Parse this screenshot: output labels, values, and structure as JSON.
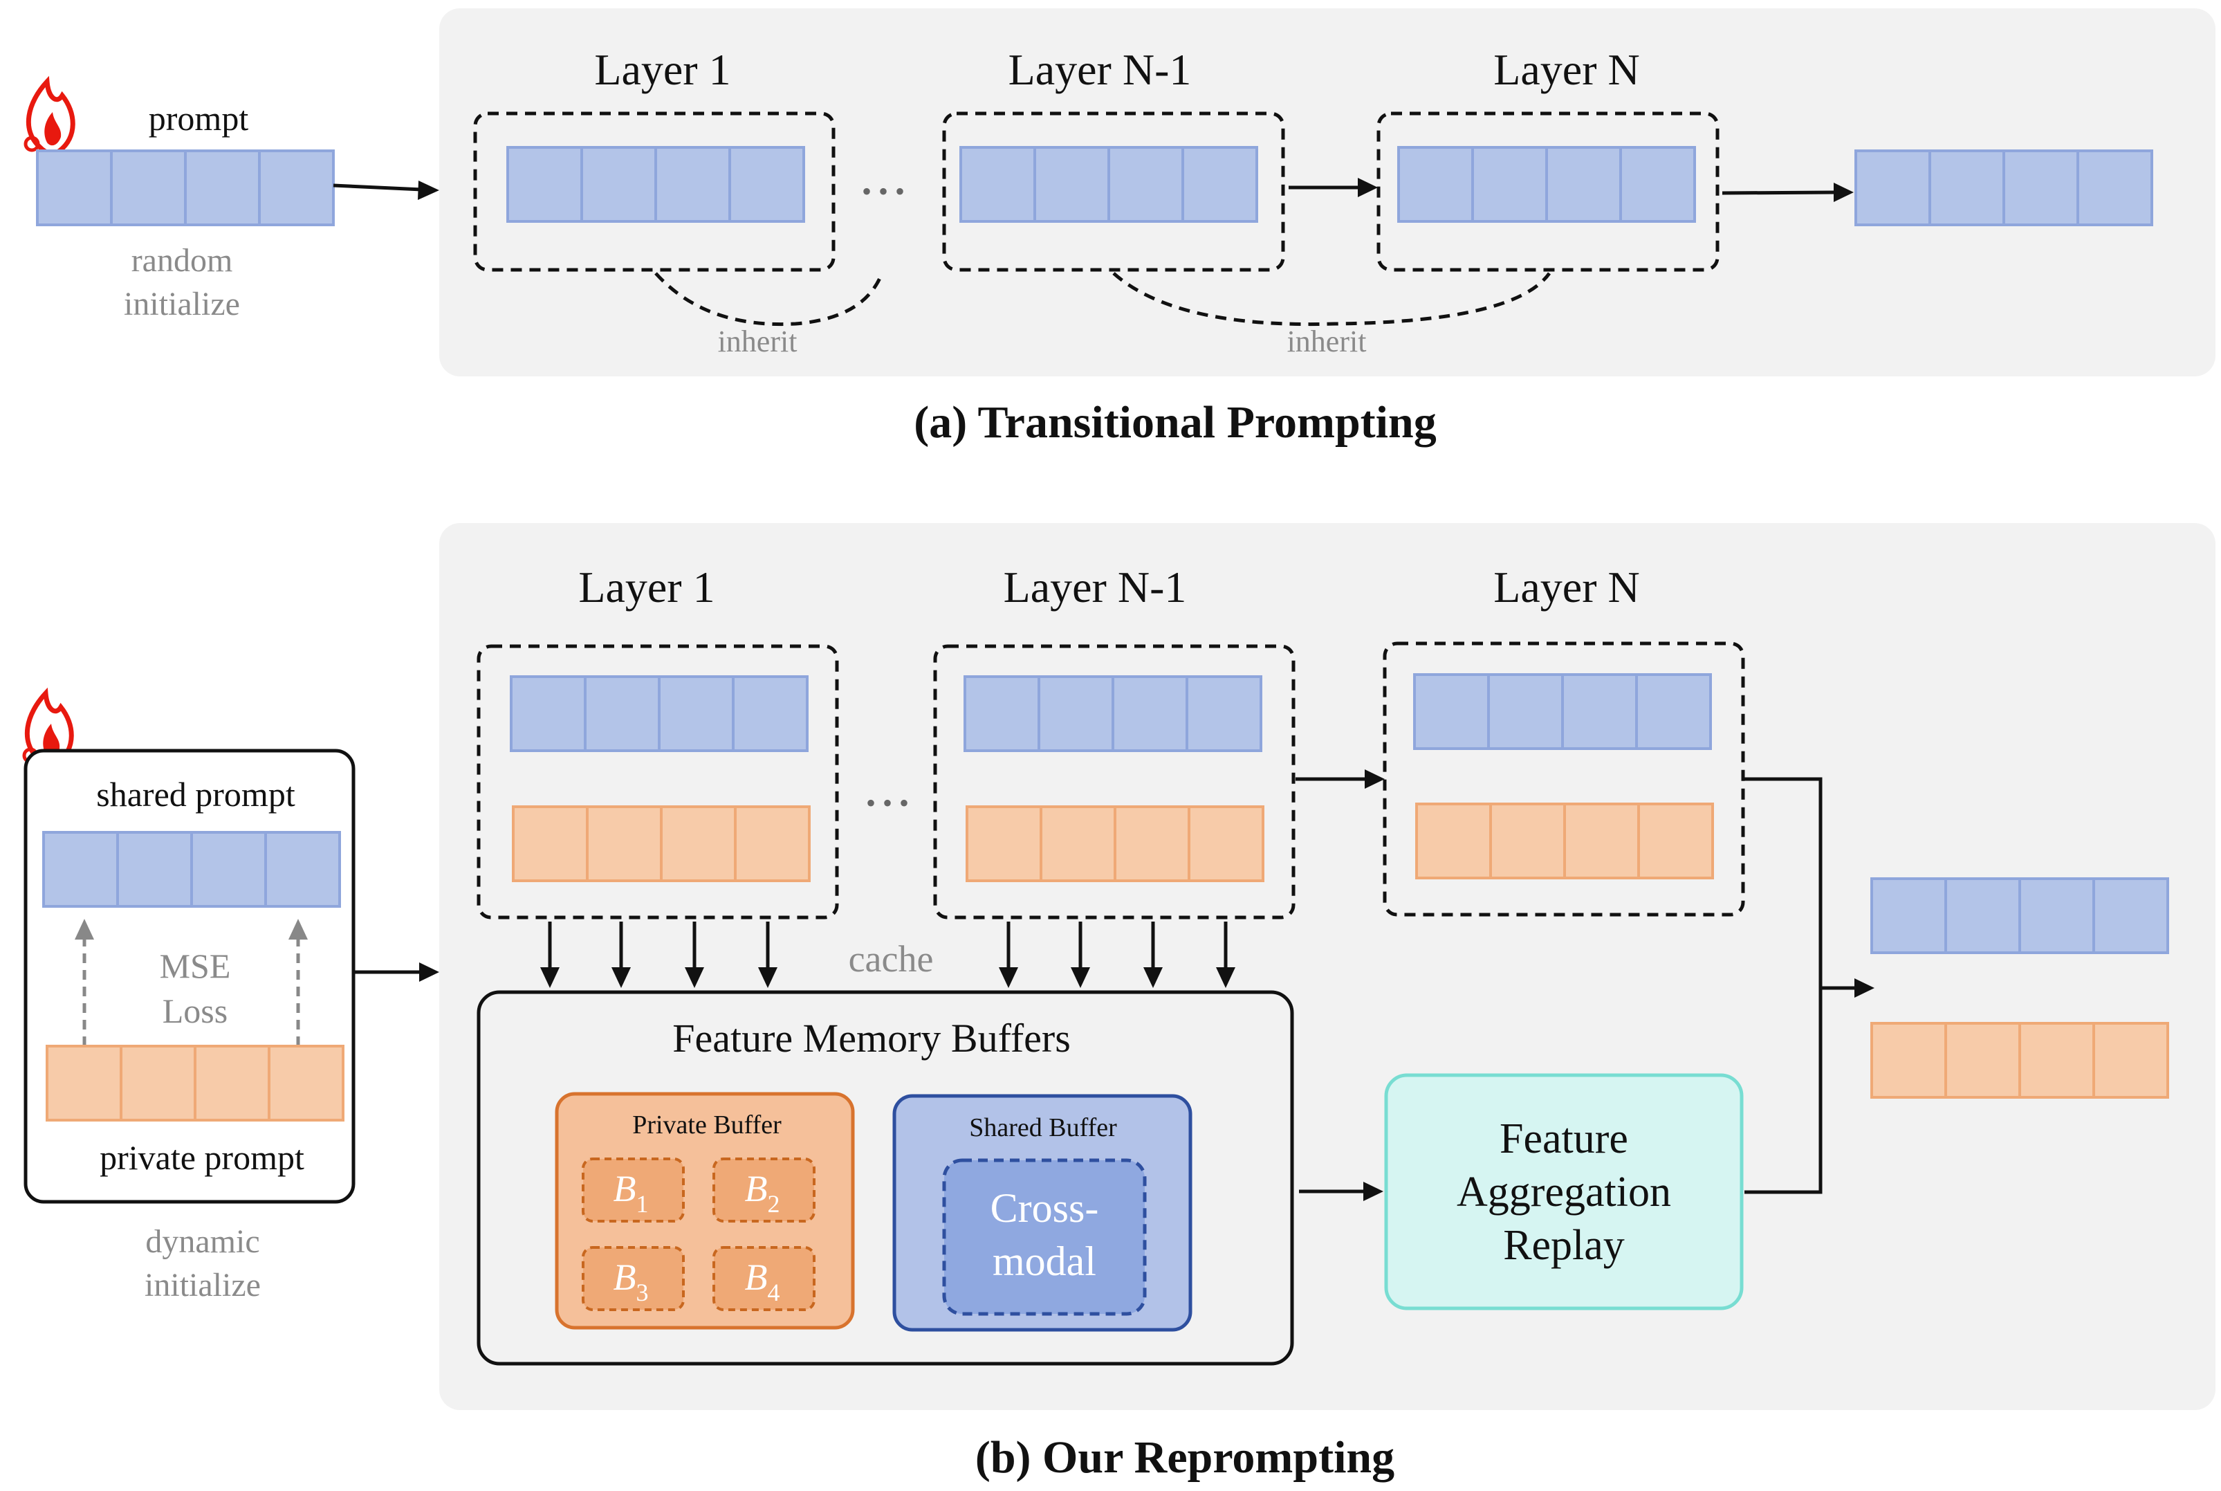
{
  "panel_a": {
    "prompt_label": "prompt",
    "init_label_line1": "random",
    "init_label_line2": "initialize",
    "layers": [
      "Layer 1",
      "Layer N-1",
      "Layer N"
    ],
    "ellipsis": "• • •",
    "inherit_label": "inherit",
    "caption": "(a) Transitional Prompting"
  },
  "panel_b": {
    "shared_prompt_label": "shared prompt",
    "private_prompt_label": "private prompt",
    "loss_line1": "MSE",
    "loss_line2": "Loss",
    "init_label_line1": "dynamic",
    "init_label_line2": "initialize",
    "layers": [
      "Layer 1",
      "Layer N-1",
      "Layer N"
    ],
    "ellipsis": "• • •",
    "cache_label": "cache",
    "memory": {
      "title": "Feature Memory Buffers",
      "private_title": "Private Buffer",
      "private_items": [
        "B",
        "B",
        "B",
        "B"
      ],
      "private_subscripts": [
        "1",
        "2",
        "3",
        "4"
      ],
      "shared_title": "Shared Buffer",
      "shared_item_line1": "Cross-",
      "shared_item_line2": "modal"
    },
    "aggregation_line1": "Feature",
    "aggregation_line2": "Aggregation",
    "aggregation_line3": "Replay",
    "caption": "(b) Our Reprompting"
  },
  "colors": {
    "panel_background": "#f2f2f2",
    "shared_prompt_cell": "#b3c4e8",
    "private_prompt_cell": "#f7cba9",
    "private_buffer": "#f5c09a",
    "shared_buffer": "#b2c2e8",
    "aggregation_box": "#d6f5f2",
    "flame": "#e8190f"
  },
  "icons": [
    "flame-icon"
  ]
}
